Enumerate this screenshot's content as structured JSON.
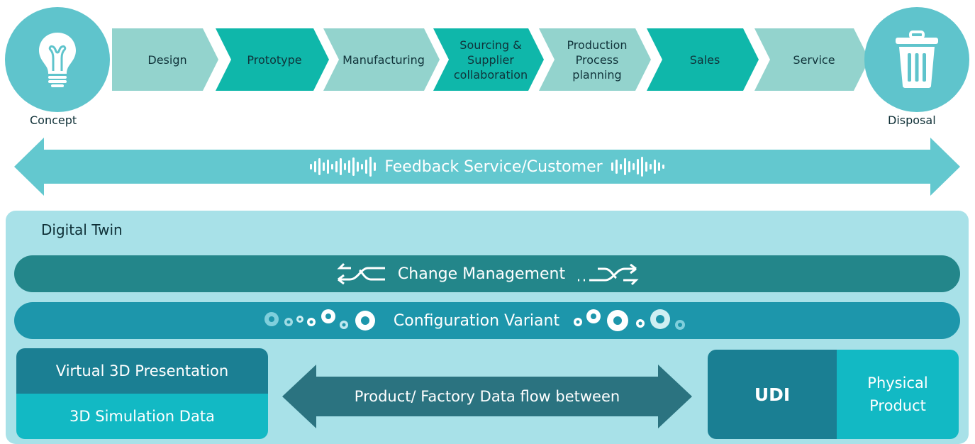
{
  "lifecycle": {
    "start": {
      "label": "Concept",
      "icon": "lightbulb-icon"
    },
    "end": {
      "label": "Disposal",
      "icon": "trash-icon"
    },
    "stages": [
      {
        "label": "Design",
        "shade": "light"
      },
      {
        "label": "Prototype",
        "shade": "dark"
      },
      {
        "label": "Manufacturing",
        "shade": "light"
      },
      {
        "label": "Sourcing & Supplier collaboration",
        "shade": "dark"
      },
      {
        "label": "Production Process planning",
        "shade": "light"
      },
      {
        "label": "Sales",
        "shade": "dark"
      },
      {
        "label": "Service",
        "shade": "light"
      }
    ]
  },
  "feedback": {
    "label": "Feedback Service/Customer",
    "icon": "sound-wave-icon"
  },
  "digital_twin": {
    "title": "Digital Twin",
    "change_management": {
      "label": "Change Management",
      "icon": "shuffle-arrows-icon"
    },
    "configuration_variant": {
      "label": "Configuration Variant",
      "icon": "gears-icon"
    },
    "virtual": {
      "top": "Virtual 3D Presentation",
      "bottom": "3D Simulation Data"
    },
    "flow": {
      "label": "Product/ Factory Data flow between"
    },
    "physical": {
      "udi": "UDI",
      "product": "Physical Product"
    }
  },
  "colors": {
    "circle": "#5fc4cc",
    "chevron_light": "#93d3cd",
    "chevron_dark": "#0fb7aa",
    "feedback_arrow": "#63c8cf",
    "panel": "#a8e1e8",
    "change_bar": "#23868a",
    "config_bar": "#1d96ab",
    "dark_box": "#1b7f93",
    "light_box": "#12b9c4",
    "flow_arrow": "#2b7380"
  }
}
